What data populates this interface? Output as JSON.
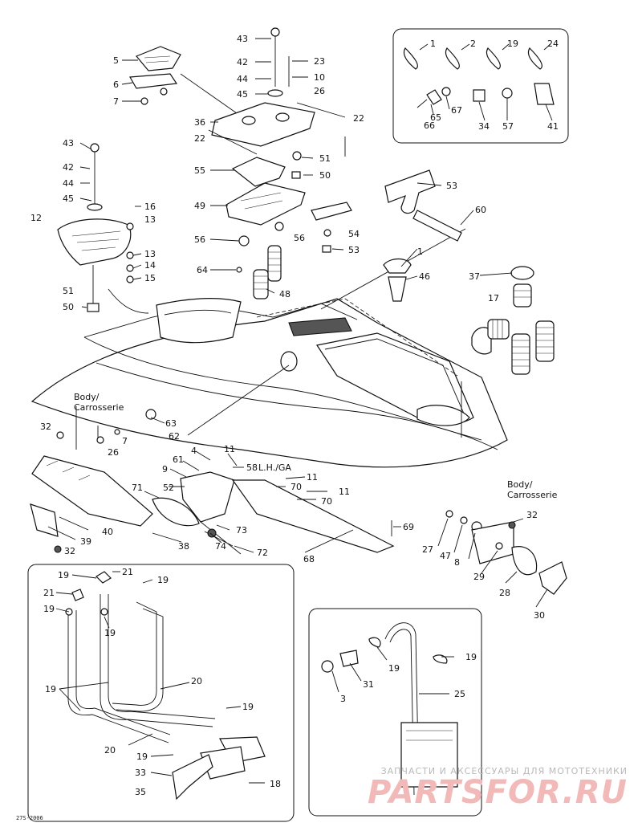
{
  "diagram": {
    "figure_code": "27S-2006",
    "callouts": {
      "c5": "5",
      "c6": "6",
      "c7a": "7",
      "c43a": "43",
      "c42a": "42",
      "c44a": "44",
      "c45a": "45",
      "c23": "23",
      "c10": "10",
      "c26a": "26",
      "c22a": "22",
      "c22b": "22",
      "c36": "36",
      "c51a": "51",
      "c50a": "50",
      "c55": "55",
      "c49": "49",
      "c56a": "56",
      "c56b": "56",
      "c54": "54",
      "c53a": "53",
      "c64": "64",
      "c48": "48",
      "c53b": "53",
      "c60": "60",
      "c1a": "1",
      "c46": "46",
      "c37": "37",
      "c17": "17",
      "c43b": "43",
      "c42b": "42",
      "c44b": "44",
      "c45b": "45",
      "c12": "12",
      "c16": "16",
      "c13a": "13",
      "c13b": "13",
      "c14": "14",
      "c15": "15",
      "c51b": "51",
      "c50b": "50",
      "k1": "1",
      "k2": "2",
      "k19": "19",
      "k24": "24",
      "k65": "65",
      "k67": "67",
      "k66": "66",
      "k34": "34",
      "k57": "57",
      "k41": "41",
      "c63": "63",
      "c62": "62",
      "c32a": "32",
      "c26b": "26",
      "c7b": "7",
      "c4": "4",
      "c61": "61",
      "c9": "9",
      "c11a": "11",
      "c58": "58",
      "lh_ga": "L.H./GA",
      "c11b": "11",
      "c70a": "70",
      "c11c": "11",
      "c70b": "70",
      "c71": "71",
      "c52": "52",
      "c73": "73",
      "c74": "74",
      "c72": "72",
      "c38": "38",
      "c40": "40",
      "c39": "39",
      "c32b": "32",
      "c68": "68",
      "c69": "69",
      "c27": "27",
      "c47": "47",
      "c8": "8",
      "c29": "29",
      "c32c": "32",
      "c28": "28",
      "c30": "30",
      "b19a": "19",
      "b21a": "21",
      "b19b": "19",
      "b21b": "21",
      "b19c": "19",
      "b19d": "19",
      "b19e": "19",
      "b20a": "20",
      "b19f": "19",
      "b20b": "20",
      "b19g": "19",
      "b33": "33",
      "b18": "18",
      "b35": "35",
      "r19a": "19",
      "r3": "3",
      "r31": "31",
      "r19b": "19",
      "r25": "25"
    },
    "labels": {
      "body_left": "Body/",
      "carrosserie_left": "Carrosserie",
      "body_right": "Body/",
      "carrosserie_right": "Carrosserie"
    }
  },
  "watermark": {
    "tagline": "ЗАПЧАСТИ И АКСЕССУАРЫ ДЛЯ МОТОТЕХНИКИ",
    "logo": "PARTSFOR.RU"
  },
  "colors": {
    "ink": "#111111",
    "watermark_logo": "#f2b9b9",
    "watermark_text": "#b9b9b9"
  }
}
